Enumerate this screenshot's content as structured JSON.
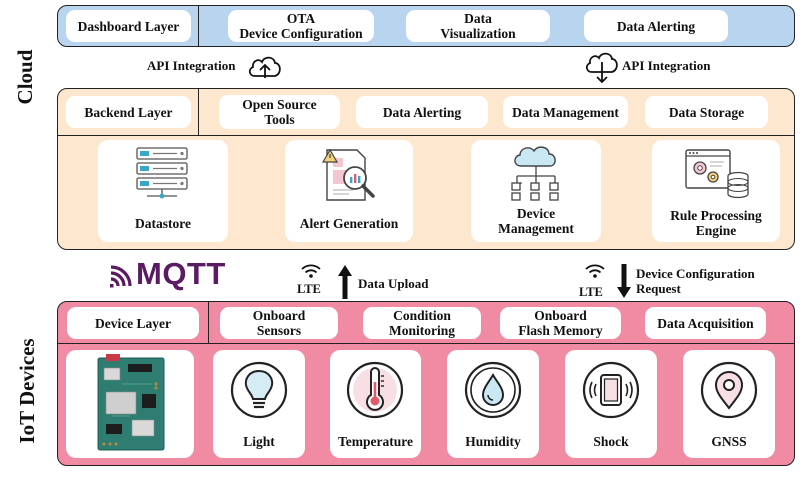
{
  "sections": {
    "cloud": "Cloud",
    "iot": "IoT Devices"
  },
  "dashboard": {
    "label": "Dashboard Layer",
    "items": [
      "OTA\nDevice Configuration",
      "Data\nVisualization",
      "Data Alerting"
    ]
  },
  "integration": {
    "left": "API Integration",
    "right": "API Integration"
  },
  "backend": {
    "label": "Backend Layer",
    "items": [
      "Open Source\nTools",
      "Data Alerting",
      "Data Management",
      "Data Storage"
    ],
    "cards": [
      "Datastore",
      "Alert Generation",
      "Device\nManagement",
      "Rule Processing\nEngine"
    ]
  },
  "connectivity": {
    "protocol": "MQTT",
    "lte_left": "LTE",
    "lte_right": "LTE",
    "upload": "Data Upload",
    "config_request": "Device Configuration\nRequest"
  },
  "device": {
    "label": "Device Layer",
    "items": [
      "Onboard\nSensors",
      "Condition\nMonitoring",
      "Onboard\nFlash Memory",
      "Data Acquisition"
    ],
    "sensors": [
      "Light",
      "Temperature",
      "Humidity",
      "Shock",
      "GNSS"
    ]
  },
  "colors": {
    "dashboard_band": "#b9d4ef",
    "backend_band": "#fde8cf",
    "device_band": "#f18aa3",
    "mqtt_brand": "#5b1a63"
  }
}
